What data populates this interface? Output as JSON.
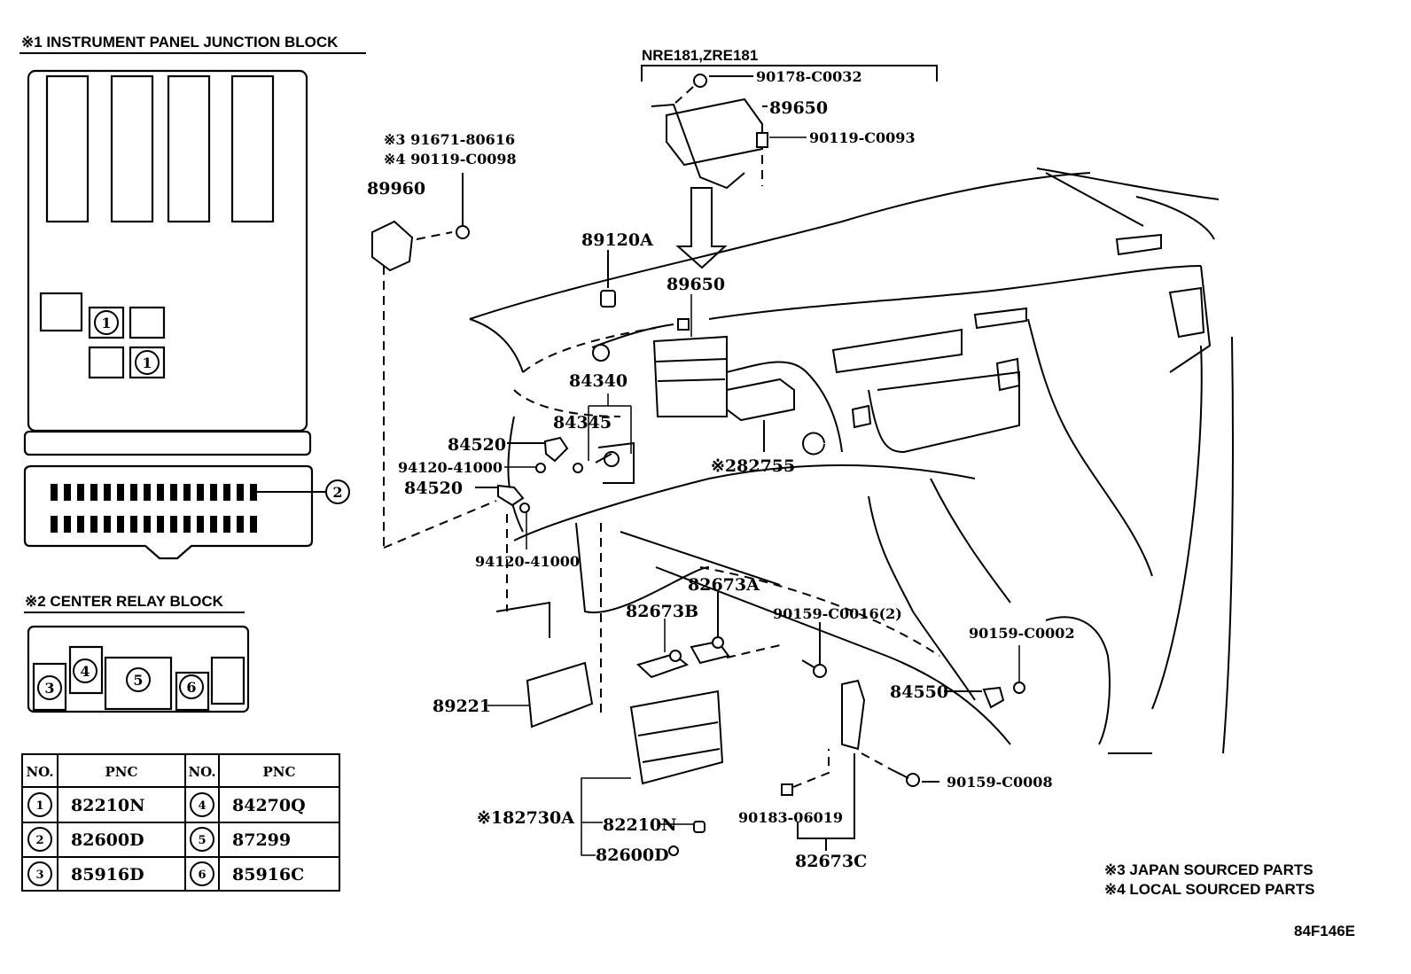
{
  "diagram": {
    "code": "84F146E",
    "sections": {
      "instrument_panel": {
        "title": "※1 INSTRUMENT PANEL JUNCTION BLOCK"
      },
      "center_relay": {
        "title": "※2 CENTER RELAY BLOCK"
      }
    },
    "markers": {
      "m1": "1",
      "m2": "2",
      "m3": "3",
      "m4": "4",
      "m5": "5",
      "m6": "6"
    },
    "variant_label": "NRE181,ZRE181",
    "parts": {
      "p90178": "90178-C0032",
      "p89650_top": "89650",
      "p90119_c0093": "90119-C0093",
      "p91671": "※3 91671-80616",
      "p90119_c0098": "※4 90119-C0098",
      "p89960": "89960",
      "p89120a": "89120A",
      "p89650_mid": "89650",
      "p84340": "84340",
      "p84345": "84345",
      "p84520_a": "84520",
      "p94120_a": "94120-41000",
      "p84520_b": "84520",
      "p94120_b": "94120-41000",
      "p82755": "※282755",
      "p82673a": "82673A",
      "p82673b": "82673B",
      "p90159_c0016": "90159-C0016(2)",
      "p90159_c0002": "90159-C0002",
      "p84550": "84550",
      "p89221": "89221",
      "p90159_c0008": "90159-C0008",
      "p90183": "90183-06019",
      "p82673c": "82673C",
      "p82730a": "※182730A",
      "p82210n": "82210N",
      "p82600d": "82600D"
    },
    "table": {
      "headers": [
        "NO.",
        "PNC",
        "NO.",
        "PNC"
      ],
      "rows": [
        {
          "no_left": "1",
          "pnc_left": "82210N",
          "no_right": "4",
          "pnc_right": "84270Q"
        },
        {
          "no_left": "2",
          "pnc_left": "82600D",
          "no_right": "5",
          "pnc_right": "87299"
        },
        {
          "no_left": "3",
          "pnc_left": "85916D",
          "no_right": "6",
          "pnc_right": "85916C"
        }
      ]
    },
    "notes": {
      "n3": "※3 JAPAN SOURCED PARTS",
      "n4": "※4 LOCAL SOURCED PARTS"
    }
  }
}
